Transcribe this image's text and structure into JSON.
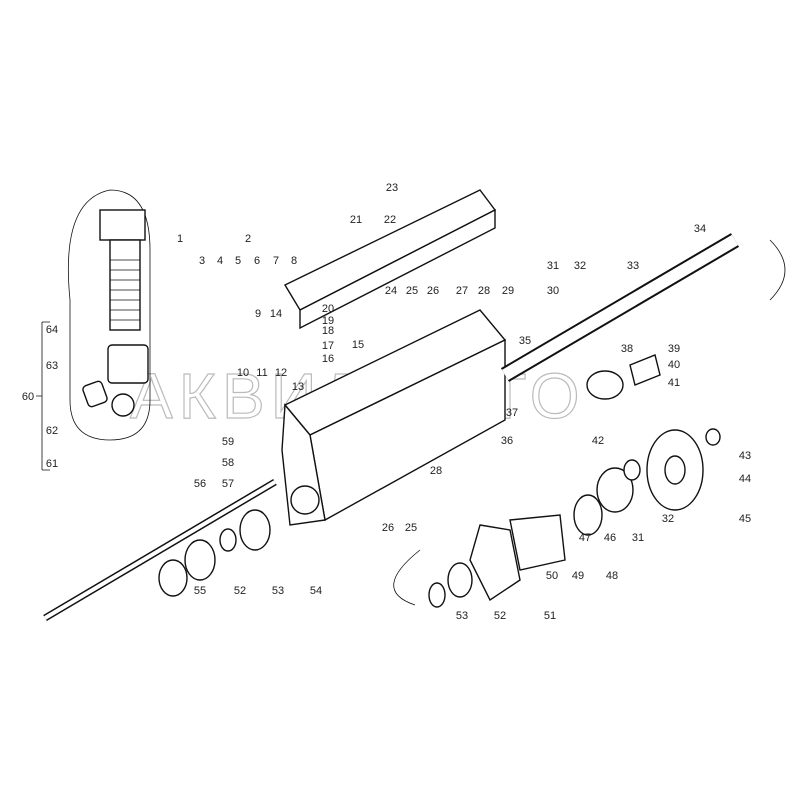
{
  "diagram": {
    "type": "exploded-parts-view",
    "watermark": "АКВ... АВТО",
    "callouts": [
      "1",
      "2",
      "3",
      "4",
      "5",
      "6",
      "7",
      "8",
      "9",
      "14",
      "10",
      "11",
      "12",
      "13",
      "20",
      "19",
      "18",
      "17",
      "16",
      "15",
      "21",
      "22",
      "23",
      "24",
      "25",
      "26",
      "27",
      "28",
      "29",
      "30",
      "31",
      "32",
      "33",
      "34",
      "35",
      "38",
      "39",
      "40",
      "41",
      "42",
      "43",
      "44",
      "45",
      "46",
      "31",
      "32",
      "47",
      "48",
      "49",
      "50",
      "51",
      "52",
      "53",
      "25",
      "26",
      "28",
      "36",
      "37",
      "59",
      "58",
      "57",
      "56",
      "55",
      "52",
      "53",
      "54",
      "60",
      "61",
      "62",
      "63",
      "64"
    ]
  }
}
